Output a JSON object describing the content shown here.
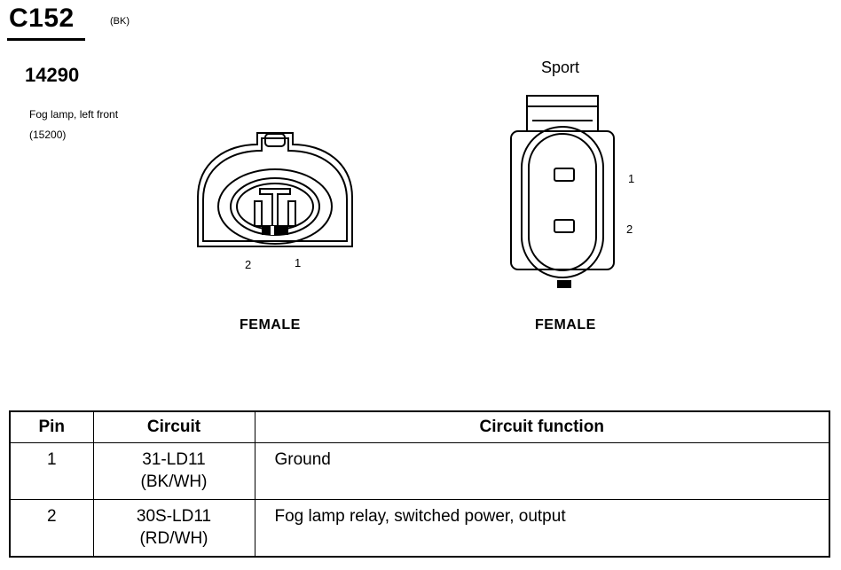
{
  "connector": {
    "id": "C152",
    "color": "(BK)",
    "part_number": "14290",
    "description": [
      "Fog lamp, left front",
      "(15200)"
    ]
  },
  "variant_label": "Sport",
  "views": [
    {
      "gender": "FEMALE",
      "pin_labels": [
        "2",
        "1"
      ]
    },
    {
      "gender": "FEMALE",
      "pin_labels": [
        "1",
        "2"
      ]
    }
  ],
  "table": {
    "headers": [
      "Pin",
      "Circuit",
      "Circuit function"
    ],
    "rows": [
      {
        "pin": "1",
        "circuit": "31-LD11",
        "wire_color": "(BK/WH)",
        "function": "Ground"
      },
      {
        "pin": "2",
        "circuit": "30S-LD11",
        "wire_color": "(RD/WH)",
        "function": "Fog lamp relay, switched power, output"
      }
    ]
  }
}
